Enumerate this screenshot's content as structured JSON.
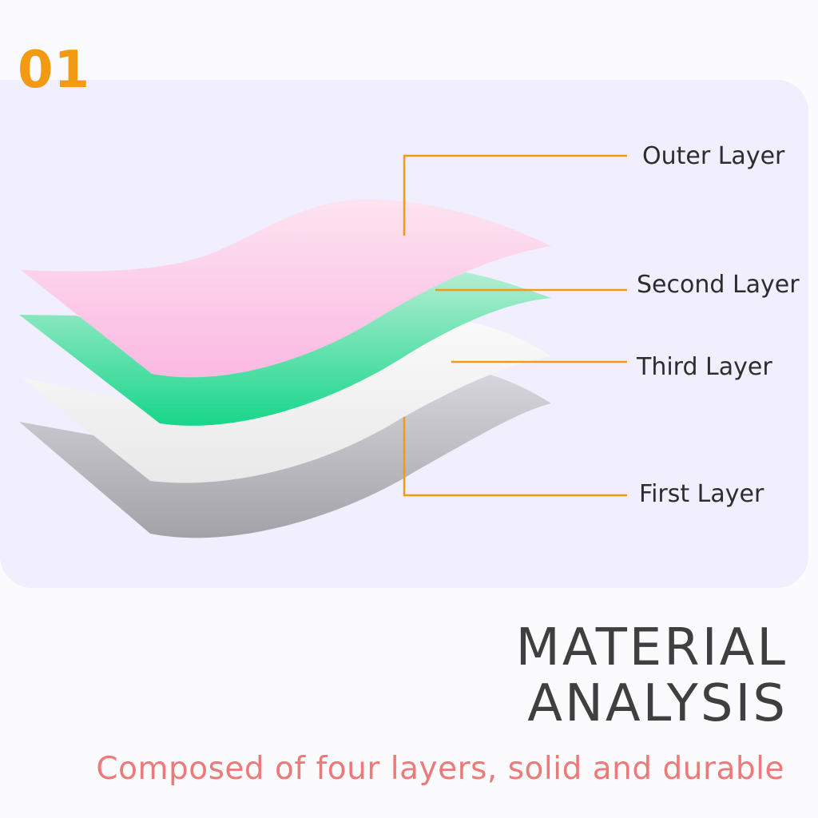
{
  "step_number": "01",
  "title_line1": "MATERIAL",
  "title_line2": "ANALYSIS",
  "subtitle": "Composed of four layers, solid and durable",
  "colors": {
    "accent": "#f29a12",
    "subtitle": "#ec7a78",
    "title": "#3f3f3f",
    "panel": "#f1eefd"
  },
  "layers": [
    {
      "name": "Outer Layer",
      "color": "#fbc9e6"
    },
    {
      "name": "Second Layer",
      "color": "#2ed98e"
    },
    {
      "name": "Third Layer",
      "color": "#efefef"
    },
    {
      "name": "First Layer",
      "color": "#a8a7ad"
    }
  ]
}
